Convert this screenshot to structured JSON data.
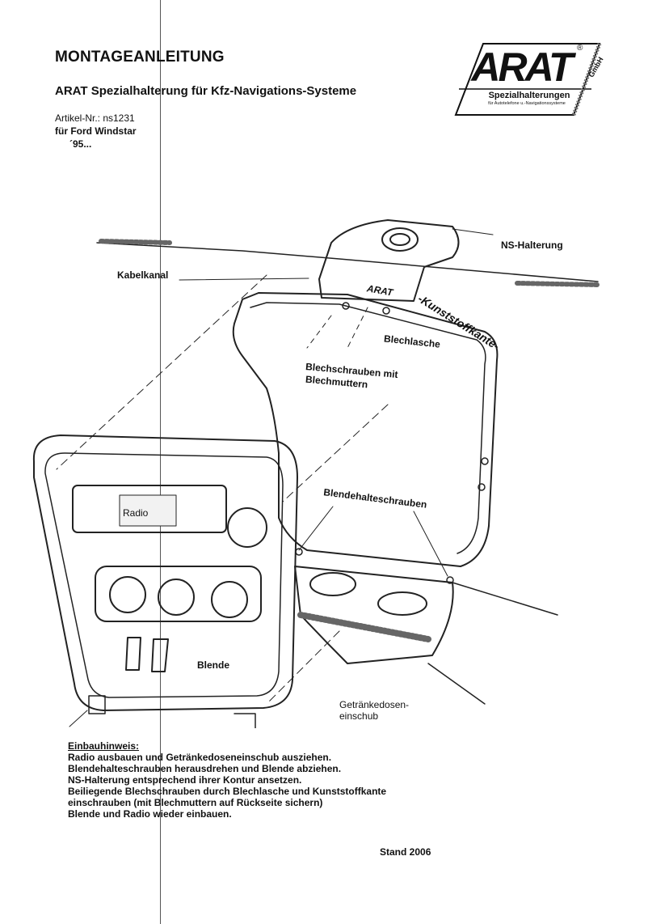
{
  "header": {
    "title": "MONTAGEANLEITUNG",
    "subtitle": "ARAT Spezialhalterung für Kfz-Navigations-Systeme",
    "article": "Artikel-Nr.: ns1231",
    "vehicle": "für Ford Windstar",
    "year": "´95..."
  },
  "logo": {
    "name": "ARAT",
    "registered": "®",
    "gmbh": "GmbH",
    "tagline": "Spezialhalterungen",
    "subline": "für Autotelefone u.-Navigationssysteme"
  },
  "drawing": {
    "labels": {
      "ns_halterung": "NS-Halterung",
      "kabelkanal": "Kabelkanal",
      "blechlasche": "Blechlasche",
      "blechschrauben_line1": "Blechschrauben mit",
      "blechschrauben_line2": "Blechmuttern",
      "blendehalteschrauben": "Blendehalteschrauben",
      "radio": "Radio",
      "blende": "Blende",
      "getraenke_line1": "Getränkedosen-",
      "getraenke_line2": "einschub",
      "stamp": "ARAT",
      "kunststoffkante": "-Kunststoffkante-"
    }
  },
  "instructions": {
    "heading": "Einbauhinweis:",
    "lines": [
      "Radio ausbauen und Getränkedoseneinschub ausziehen.",
      "Blendehalteschrauben herausdrehen und Blende abziehen.",
      "NS-Halterung entsprechend ihrer Kontur ansetzen.",
      "Beiliegende Blechschrauben durch Blechlasche und Kunststoffkante",
      "einschrauben (mit Blechmuttern auf Rückseite sichern)",
      "Blende und Radio wieder einbauen."
    ]
  },
  "footer": {
    "stand": "Stand 2006"
  }
}
